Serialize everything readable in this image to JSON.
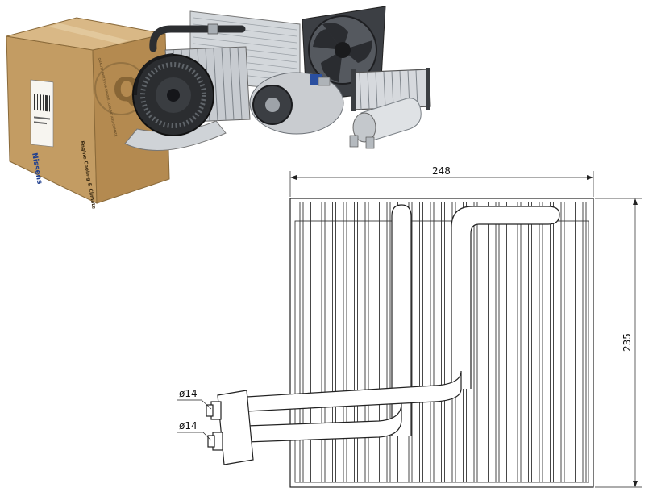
{
  "product_photo": {
    "box_brand": "Nissens",
    "box_tagline": "Engine Cooling & Climate",
    "box_seal_letter": "Q",
    "box_side_text": "QUALITY PARTS FOR ENGINE COOLING AND CLIMATE"
  },
  "drawing": {
    "width_label": "248",
    "height_label": "235",
    "pipe_top_label": "ø14",
    "pipe_bottom_label": "ø14"
  },
  "colors": {
    "box_cardboard": "#c8a36d",
    "box_dark": "#9c7a48",
    "line": "#222222",
    "metal": "#b9bec4"
  }
}
